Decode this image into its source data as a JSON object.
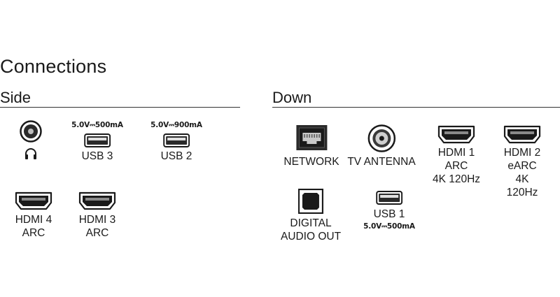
{
  "title": "Connections",
  "side": {
    "heading": "Side",
    "ports": [
      {
        "id": "headphone",
        "icon": "headphone-jack-icon",
        "label": ""
      },
      {
        "id": "usb3",
        "icon": "usb-port-icon",
        "label": "USB 3",
        "spec_voltage": "5.0V",
        "spec_symbol": "⎓",
        "spec_current": "500mA"
      },
      {
        "id": "usb2",
        "icon": "usb-port-icon",
        "label": "USB 2",
        "spec_voltage": "5.0V",
        "spec_symbol": "⎓",
        "spec_current": "900mA"
      },
      {
        "id": "hdmi4",
        "icon": "hdmi-port-icon",
        "label": "HDMI 4\nARC"
      },
      {
        "id": "hdmi3",
        "icon": "hdmi-port-icon",
        "label": "HDMI 3\nARC"
      }
    ]
  },
  "down": {
    "heading": "Down",
    "ports": [
      {
        "id": "network",
        "icon": "ethernet-port-icon",
        "label": "NETWORK"
      },
      {
        "id": "antenna",
        "icon": "coaxial-antenna-icon",
        "label": "TV ANTENNA"
      },
      {
        "id": "hdmi1",
        "icon": "hdmi-port-icon",
        "label": "HDMI 1\nARC\n4K 120Hz"
      },
      {
        "id": "hdmi2",
        "icon": "hdmi-port-icon",
        "label": "HDMI 2\neARC\n4K 120Hz"
      },
      {
        "id": "optical",
        "icon": "optical-audio-port-icon",
        "label": "DIGITAL\nAUDIO OUT"
      },
      {
        "id": "usb1",
        "icon": "usb-port-icon",
        "label": "USB 1",
        "spec_voltage": "5.0V",
        "spec_symbol": "⎓",
        "spec_current": "500mA"
      }
    ]
  }
}
